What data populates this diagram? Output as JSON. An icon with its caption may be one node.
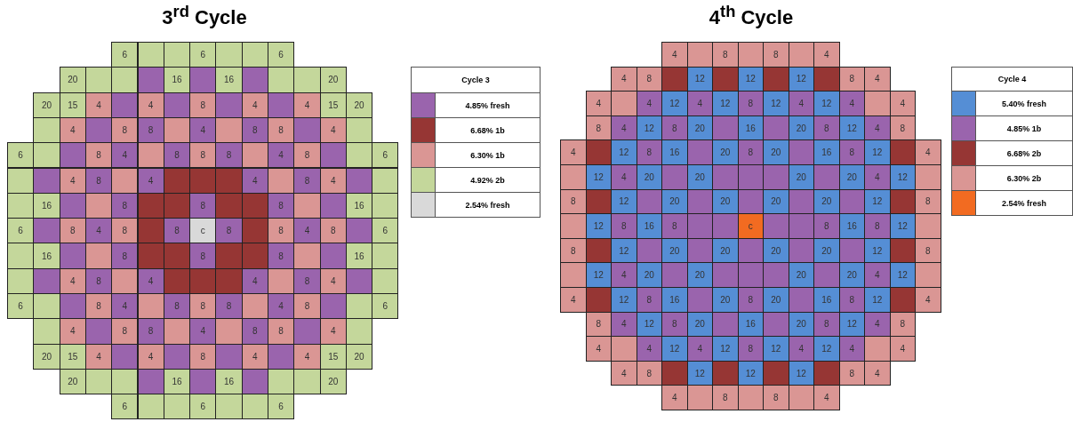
{
  "diagram": {
    "labels": [
      "3$^{rd}$ Cycle",
      "4$^{th}$ Cycle",
      "6",
      "6",
      "6",
      "20",
      "16",
      "16",
      "20",
      "20",
      "15",
      "4",
      "4",
      "8",
      "4",
      "4",
      "15",
      "20",
      "4",
      "8",
      "8",
      "4",
      "8",
      "8",
      "4",
      "6",
      "8",
      "4",
      "8",
      "8",
      "8",
      "4",
      "8",
      "6",
      "4",
      "8",
      "4",
      "4",
      "8",
      "4",
      "16",
      "8",
      "8",
      "8",
      "16",
      "6",
      "8",
      "4",
      "8",
      "8",
      "c",
      "8",
      "8",
      "4",
      "8",
      "6",
      "16",
      "8",
      "8",
      "8",
      "16",
      "4",
      "8",
      "4",
      "4",
      "8",
      "4",
      "6",
      "8",
      "4",
      "8",
      "8",
      "8",
      "4",
      "8",
      "6",
      "4",
      "8",
      "8",
      "4",
      "8",
      "8",
      "4",
      "20",
      "15",
      "4",
      "4",
      "8",
      "4",
      "4",
      "15",
      "20",
      "20",
      "16",
      "16",
      "20",
      "6",
      "6",
      "6",
      "Cycle 3",
      "4",
      "8",
      "8",
      "4",
      "4",
      "8",
      "12",
      "12",
      "12",
      "8",
      "4",
      "4",
      "4",
      "12",
      "4",
      "12",
      "8",
      "12",
      "4",
      "12",
      "4",
      "4",
      "8",
      "4",
      "12",
      "8",
      "20",
      "16",
      "20",
      "8",
      "12",
      "4",
      "8",
      "4",
      "12",
      "8",
      "16",
      "20",
      "8",
      "20",
      "16",
      "8",
      "12",
      "4",
      "12",
      "4",
      "20",
      "20",
      "20",
      "20",
      "4",
      "12",
      "8",
      "12",
      "20",
      "20",
      "20",
      "20",
      "12",
      "8",
      "12",
      "8",
      "16",
      "8",
      "c",
      "8",
      "16",
      "8",
      "12",
      "8",
      "12",
      "20",
      "20",
      "20",
      "20",
      "12",
      "8",
      "12",
      "4",
      "20",
      "20",
      "20",
      "20",
      "4",
      "12",
      "4",
      "12",
      "8",
      "16",
      "20",
      "8",
      "20",
      "16",
      "8",
      "12",
      "4",
      "8",
      "4",
      "12",
      "8",
      "20",
      "16",
      "20",
      "8",
      "12",
      "4",
      "8",
      "4",
      "4",
      "12",
      "4",
      "12",
      "8",
      "12",
      "4",
      "12",
      "4",
      "4",
      "4",
      "8",
      "12",
      "12",
      "12",
      "8",
      "4",
      "4",
      "8",
      "8",
      "4",
      "Cycle 4"
    ],
    "legend": [
      {
        "text": "4.85% fresh",
        "color": "#9a64ad"
      },
      {
        "text": "6.68% 1b",
        "color": "#963634"
      },
      {
        "text": "6.30% 1b",
        "color": "#da9694"
      },
      {
        "text": "4.92% 2b",
        "color": "#c4d79b"
      },
      {
        "text": "2.54% fresh",
        "color": "#d9d9d9"
      },
      {
        "text": "5.40% fresh",
        "color": "#558ed5"
      },
      {
        "text": "4.85% 1b",
        "color": "#9a64ad"
      },
      {
        "text": "6.68% 2b",
        "color": "#963634"
      },
      {
        "text": "6.30% 2b",
        "color": "#da9694"
      },
      {
        "text": "2.54% fresh",
        "color": "#f26b21"
      }
    ]
  }
}
